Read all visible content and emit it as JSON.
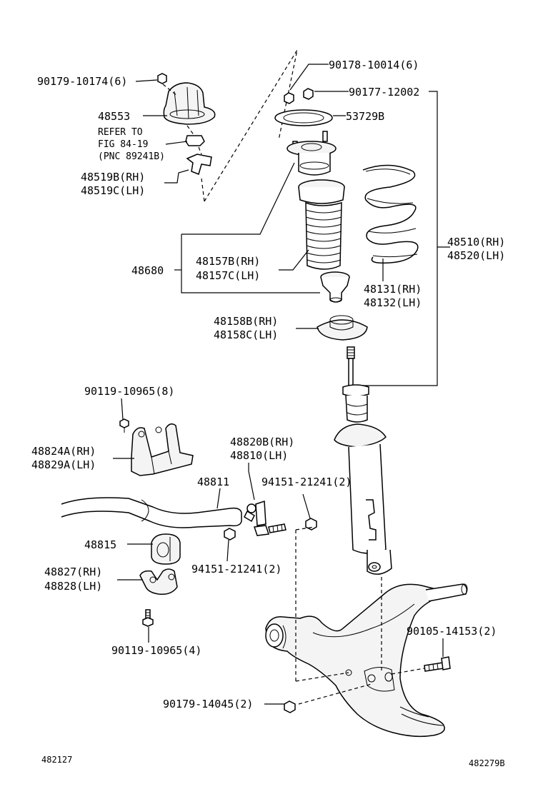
{
  "labels": {
    "p90179_10174": "90179-10174(6)",
    "p48553": "48553",
    "refer_line1": "REFER TO",
    "refer_line2": "FIG 84-19",
    "refer_line3": "(PNC 89241B)",
    "p48519b": "48519B(RH)",
    "p48519c": "48519C(LH)",
    "p90178_10014": "90178-10014(6)",
    "p90177_12002": "90177-12002",
    "p53729b": "53729B",
    "p48510": "48510(RH)",
    "p48520": "48520(LH)",
    "p48680": "48680",
    "p48157b": "48157B(RH)",
    "p48157c": "48157C(LH)",
    "p48131": "48131(RH)",
    "p48132": "48132(LH)",
    "p48158b": "48158B(RH)",
    "p48158c": "48158C(LH)",
    "p90119_10965_8": "90119-10965(8)",
    "p48824a": "48824A(RH)",
    "p48829a": "48829A(LH)",
    "p48820b": "48820B(RH)",
    "p48810": "48810(LH)",
    "p48811": "48811",
    "p94151_top": "94151-21241(2)",
    "p48815": "48815",
    "p94151_bottom": "94151-21241(2)",
    "p48827": "48827(RH)",
    "p48828": "48828(LH)",
    "p90119_10965_4": "90119-10965(4)",
    "p90105_14153": "90105-14153(2)",
    "p90179_14045": "90179-14045(2)"
  },
  "footer": {
    "left_code": "482127",
    "right_code": "482279B"
  }
}
